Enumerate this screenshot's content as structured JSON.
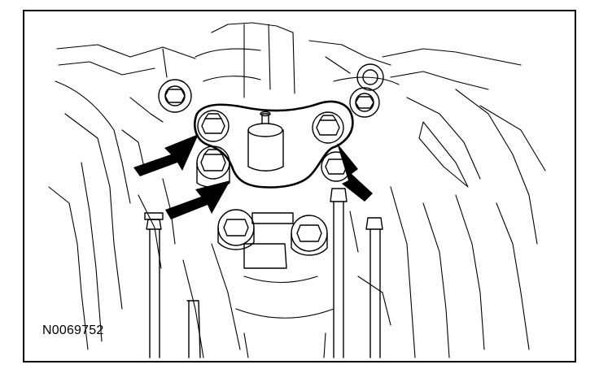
{
  "figure": {
    "id_label": "N0069752"
  },
  "colors": {
    "ink": "#000000",
    "paper": "#ffffff"
  },
  "callouts": [
    {
      "name": "arrow-upper-left",
      "target": "bolt-upper-left"
    },
    {
      "name": "arrow-lower-left",
      "target": "bolt-lower-left"
    },
    {
      "name": "arrow-right",
      "target": "bolt-upper-right"
    }
  ]
}
